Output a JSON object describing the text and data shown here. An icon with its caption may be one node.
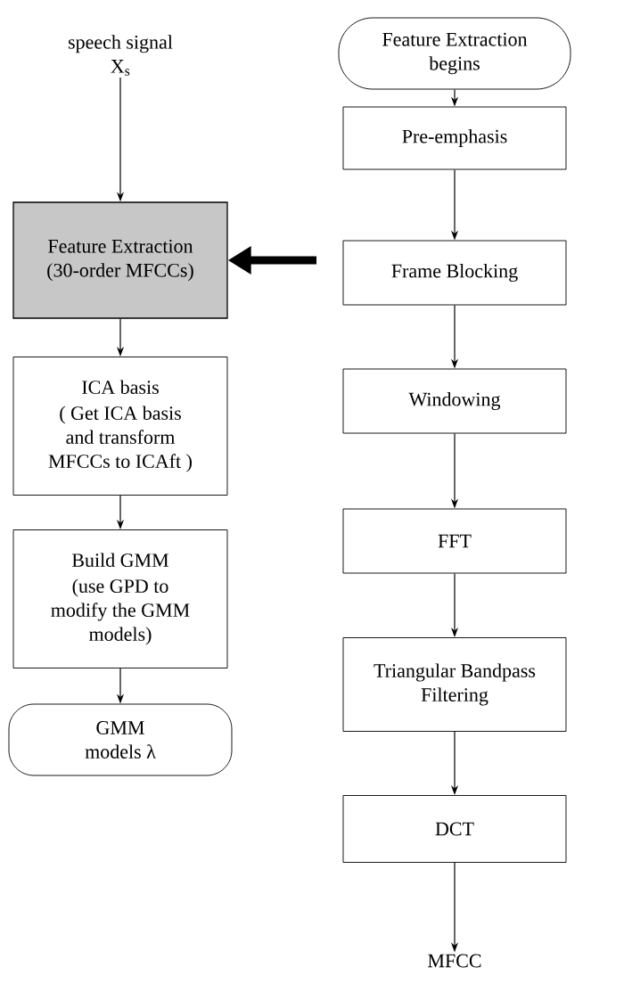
{
  "diagram": {
    "nodes": [
      {
        "text": [
          "speech signal X$_{s}$"
        ]
      },
      {
        "text": [
          "Feature Extraction (30-order MFCCs)"
        ]
      },
      {
        "text": [
          "ICA basis",
          "( Get ICA basis and transform MFCCs to ICAft )"
        ]
      },
      {
        "text": [
          "Build GMM",
          "(use GPD to modify the GMM models)"
        ]
      },
      {
        "text": [
          "GMM models λ"
        ]
      },
      {
        "text": [
          "Feature Extraction begins"
        ]
      },
      {
        "text": [
          "Pre-emphasis"
        ]
      },
      {
        "text": [
          "Frame Blocking"
        ]
      },
      {
        "text": [
          "Windowing"
        ]
      },
      {
        "text": [
          "FFT"
        ]
      },
      {
        "text": [
          "Triangular Bandpass Filtering"
        ]
      },
      {
        "text": [
          "DCT"
        ]
      },
      {
        "text": [
          "MFCC"
        ]
      }
    ],
    "edges": [
      {
        "from": 0,
        "to": 1,
        "arrow": "to"
      },
      {
        "from": 1,
        "to": 2,
        "arrow": "to"
      },
      {
        "from": 2,
        "to": 3,
        "arrow": "to"
      },
      {
        "from": 3,
        "to": 4,
        "arrow": "to"
      },
      {
        "from": 5,
        "to": 6,
        "arrow": "to"
      },
      {
        "from": 6,
        "to": 7,
        "arrow": "to"
      },
      {
        "from": 7,
        "to": 8,
        "arrow": "to"
      },
      {
        "from": 8,
        "to": 9,
        "arrow": "to"
      },
      {
        "from": 9,
        "to": 10,
        "arrow": "to"
      },
      {
        "from": 10,
        "to": 11,
        "arrow": "to"
      },
      {
        "from": 11,
        "to": 12,
        "arrow": "to"
      },
      {
        "from": null,
        "to": 1,
        "arrow": "to",
        "style": "thick"
      }
    ]
  }
}
